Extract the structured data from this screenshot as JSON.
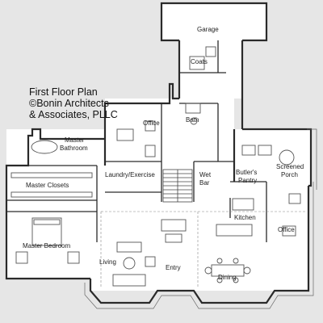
{
  "title": {
    "line1": "First Floor Plan",
    "line2": "©Bonin Architects",
    "line3": "& Associates, PLLC"
  },
  "rooms": {
    "garage": "Garage",
    "coats": "Coats",
    "office_north": "Office",
    "bath": "Bath",
    "master_bathroom_1": "Master",
    "master_bathroom_2": "Bathroom",
    "laundry_exercise": "Laundry/Exercise",
    "wet_bar_1": "Wet",
    "wet_bar_2": "Bar",
    "butlers_pantry_1": "Butler's",
    "butlers_pantry_2": "Pantry",
    "screened_porch_1": "Screened",
    "screened_porch_2": "Porch",
    "master_closets": "Master Closets",
    "kitchen": "Kitchen",
    "office_east": "Office",
    "master_bedroom": "Master Bedroom",
    "living": "Living",
    "entry": "Entry",
    "dining": "Dining"
  },
  "colors": {
    "background": "#e6e6e6",
    "paper": "#ffffff",
    "wall": "#2a2a2a",
    "furniture": "#555555"
  }
}
